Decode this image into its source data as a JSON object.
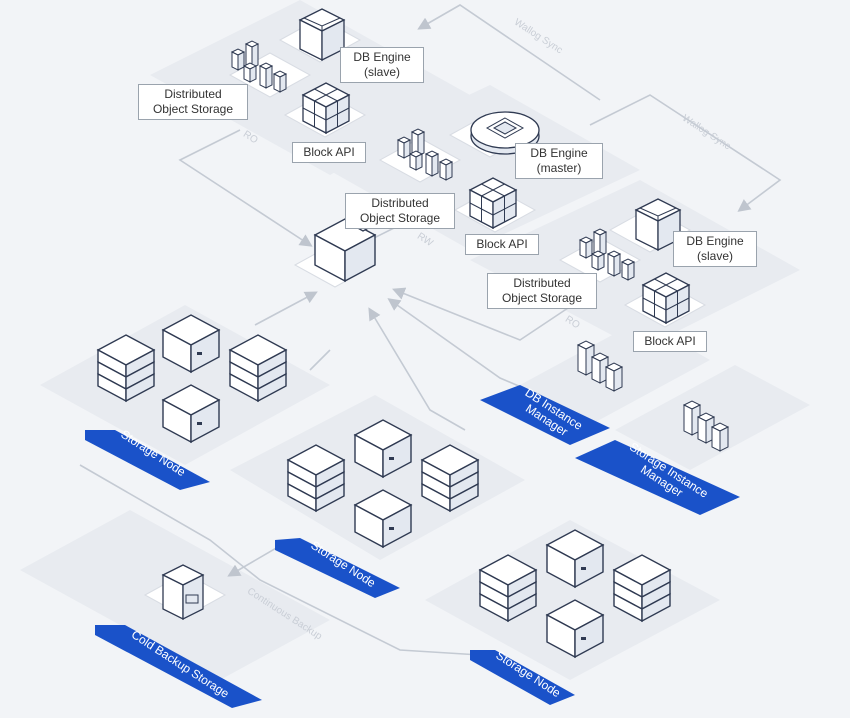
{
  "labels": {
    "db_engine_slave_top": "DB Engine\n(slave)",
    "object_storage_top": "Distributed\nObject Storage",
    "block_api_top": "Block API",
    "db_engine_master": "DB Engine\n(master)",
    "object_storage_mid": "Distributed\nObject Storage",
    "block_api_mid": "Block API",
    "db_engine_slave_right": "DB Engine\n(slave)",
    "object_storage_right": "Distributed\nObject Storage",
    "block_api_right": "Block API"
  },
  "tags": {
    "storage_node_left": "Storage Node",
    "storage_node_mid": "Storage Node",
    "storage_node_right": "Storage Node",
    "cold_backup": "Cold Backup Storage",
    "db_instance_manager": "DB Instance\nManager",
    "storage_instance_manager": "Storage Instance\nManager"
  },
  "flows": {
    "wallog_sync_1": "Wallog Sync",
    "wallog_sync_2": "Wallog Sync",
    "ro_left": "RO",
    "rw": "RW",
    "ro_right": "RO",
    "continuous_backup": "Continuous Backup"
  },
  "colors": {
    "background": "#f2f4f7",
    "tile": "#e6e9ee",
    "tag_blue": "#1a52c9",
    "connector": "#c4cad3",
    "icon_stroke": "#2f3a52"
  }
}
